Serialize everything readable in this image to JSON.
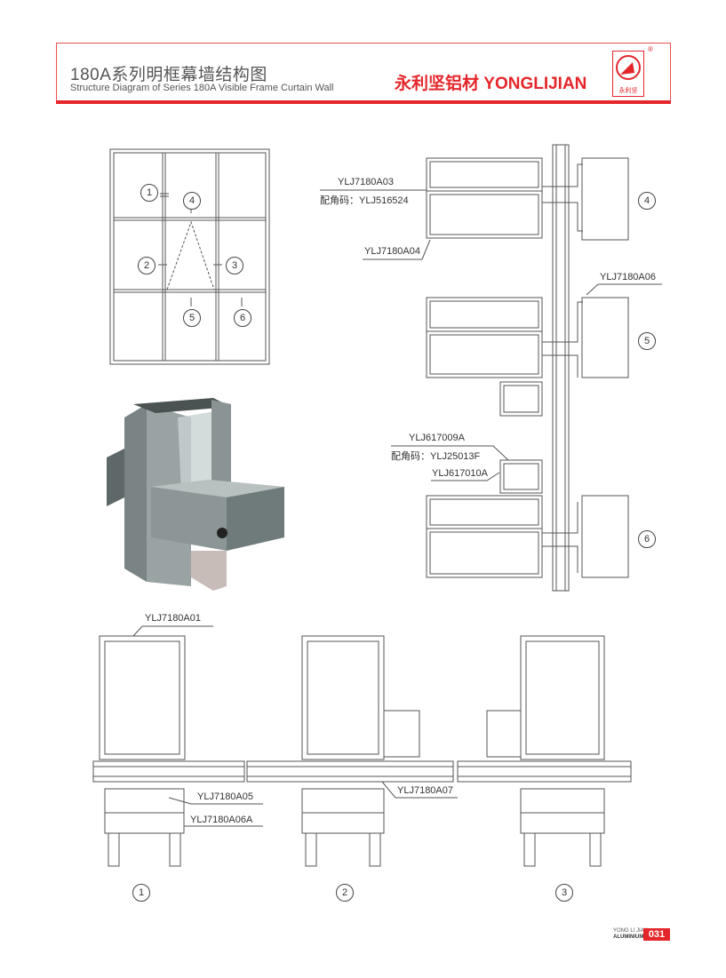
{
  "header": {
    "title_cn": "180A系列明框幕墙结构图",
    "title_en": "Structure Diagram of Series 180A Visible Frame Curtain Wall",
    "brand": "永利坚铝材 YONGLIJIAN",
    "logo_sub": "永利坚",
    "registered": "®"
  },
  "elevation": {
    "markers": [
      "1",
      "2",
      "3",
      "4",
      "5",
      "6"
    ]
  },
  "vertical_sections": {
    "labels": {
      "a03": "YLJ7180A03",
      "a03_corner": "配角码：YLJ516524",
      "a04": "YLJ7180A04",
      "a06": "YLJ7180A06",
      "s009a": "YLJ617009A",
      "s009a_corner": "配角码：YLJ25013F",
      "s010a": "YLJ617010A"
    },
    "markers": [
      "4",
      "5",
      "6"
    ]
  },
  "horizontal_sections": {
    "labels": {
      "a01": "YLJ7180A01",
      "a05": "YLJ7180A05",
      "a06a": "YLJ7180A06A",
      "a07": "YLJ7180A07"
    },
    "markers": [
      "1",
      "2",
      "3"
    ]
  },
  "footer": {
    "line1": "YONG LI JIAN",
    "line2": "ALUMINIUM",
    "page": "031"
  },
  "colors": {
    "brand_red": "#e4262b",
    "line": "#555555",
    "profile_fill": "#8c9494"
  }
}
